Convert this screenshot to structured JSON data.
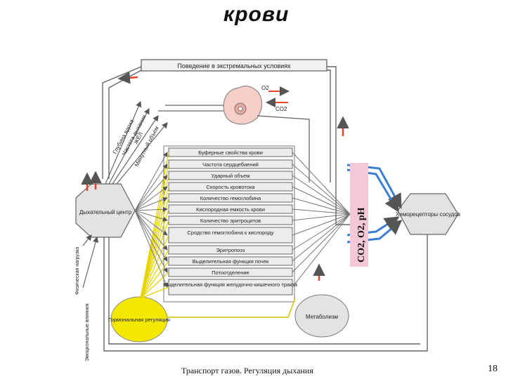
{
  "slide": {
    "title": "крови",
    "footer": "Транспорт газов. Регуляция дыхания",
    "page_number": "18"
  },
  "diagram": {
    "top_box": "Поведение в экстремальных условиях",
    "lung_o2": "O2",
    "lung_co2": "CO2",
    "diagonal_labels": [
      "Глубина вдоха",
      "Частота дыхания",
      "ЖЕЛ",
      "Минутный объем"
    ],
    "center_items": [
      "Буферные свойства крови",
      "Частота сердцебиений",
      "Ударный объем",
      "Скорость кровотока",
      "Количество гемоглобина",
      "Кислородная емкость крови",
      "Количество эритроцитов",
      "Сродство гемоглобина к кислороду",
      "Эритропоэз",
      "Выделительная функция почек",
      "Потоотделение",
      "Выделительная функция желудочно-кишечного тракта"
    ],
    "resp_center": "Дыхательный центр",
    "chemoreceptors": "Хеморецепторы сосудов",
    "hormonal": "Гормональная регуляция",
    "metabolism": "Метаболизм",
    "gas_label": "CO2, O2, pH",
    "left_vertical_1": "Физическая нагрузка",
    "left_vertical_2": "Эмоциональные влияния",
    "colors": {
      "hormonal_fill": "#f5e800",
      "blue_arrow": "#3b7fd4",
      "red_arrow": "#e8432a",
      "label_bg": "#f4c8d8"
    }
  }
}
